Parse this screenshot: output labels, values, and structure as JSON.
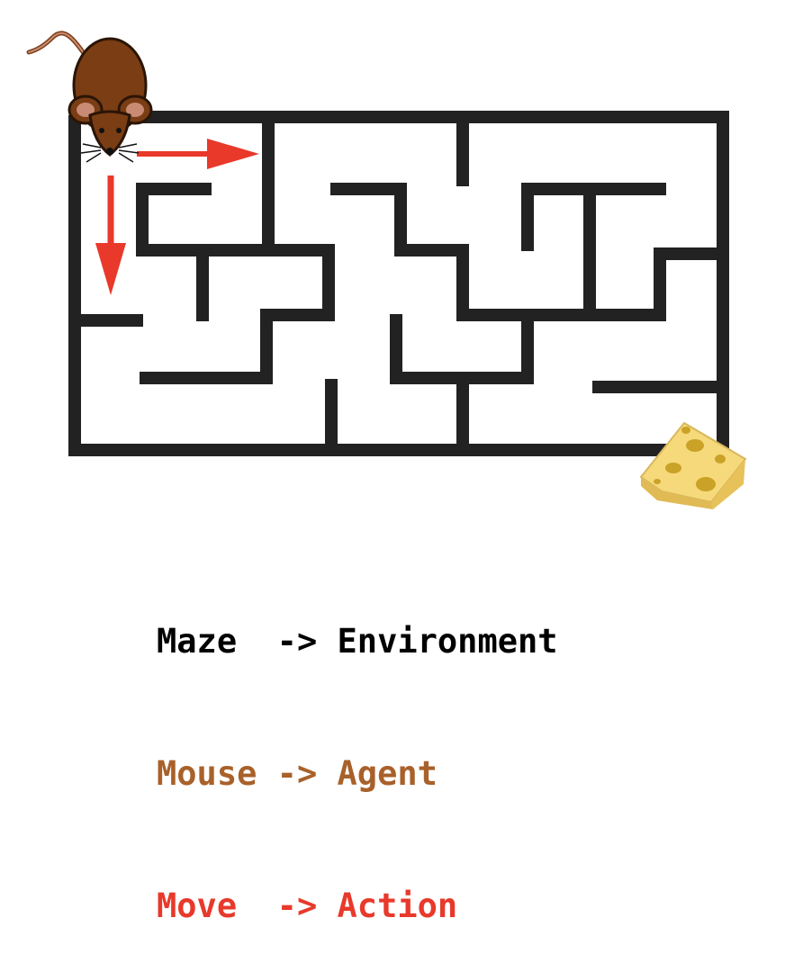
{
  "colors": {
    "maze_wall": "#222222",
    "arrow": "#e8392b",
    "mouse_body": "#7a3d14",
    "mouse_ear_inner": "#c98b73",
    "cheese": "#f5d97a",
    "cheese_hole": "#c9a227",
    "legend_environment": "#000000",
    "legend_agent": "#a8612a",
    "legend_action": "#e8392b"
  },
  "icons": {
    "mouse": "mouse-icon",
    "cheese": "cheese-icon",
    "arrow_right": "arrow-right-icon",
    "arrow_down": "arrow-down-icon"
  },
  "legend": [
    {
      "term": "Maze ",
      "arrow": "->",
      "meaning": "Environment",
      "color": "#000000"
    },
    {
      "term": "Mouse",
      "arrow": "->",
      "meaning": "Agent",
      "color": "#a8612a"
    },
    {
      "term": "Move ",
      "arrow": "->",
      "meaning": "Action",
      "color": "#e8392b"
    }
  ]
}
